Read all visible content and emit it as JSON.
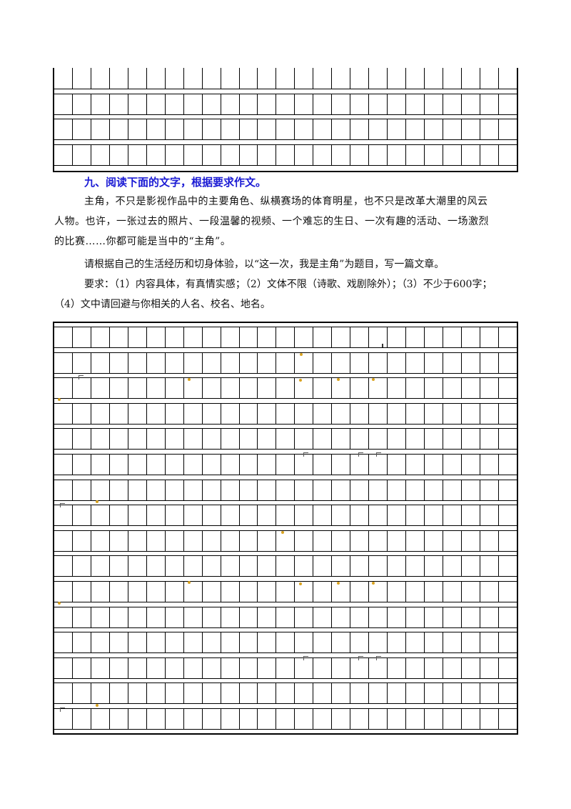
{
  "question": {
    "heading": "九、阅读下面的文字，根据要求作文。",
    "paragraph1": "主角，不只是影视作品中的主要角色、纵横赛场的体育明星，也不只是改革大潮里的风云人物。也许，一张过去的照片、一段温馨的视频、一个难忘的生日、一次有趣的活动、一场激烈的比赛……你都可能是当中的“主角”。",
    "paragraph2": "请根据自己的生活经历和切身体验，以“这一次，我是主角”为题目，写一篇文章。",
    "paragraph3": "要求：（1）内容具体，有真情实感；（2）文体不限（诗歌、戏剧除外）；（3）不少于600字；（4）文中请回避与你相关的人名、校名、地名。"
  },
  "answer_sheet": {
    "top_block": {
      "rows": 4,
      "columns": 25
    },
    "bottom_block": {
      "rows": 16,
      "columns": 25
    }
  },
  "colors": {
    "heading": "#1a1ad4",
    "grid": "#000000",
    "marks": "#d9a320"
  }
}
